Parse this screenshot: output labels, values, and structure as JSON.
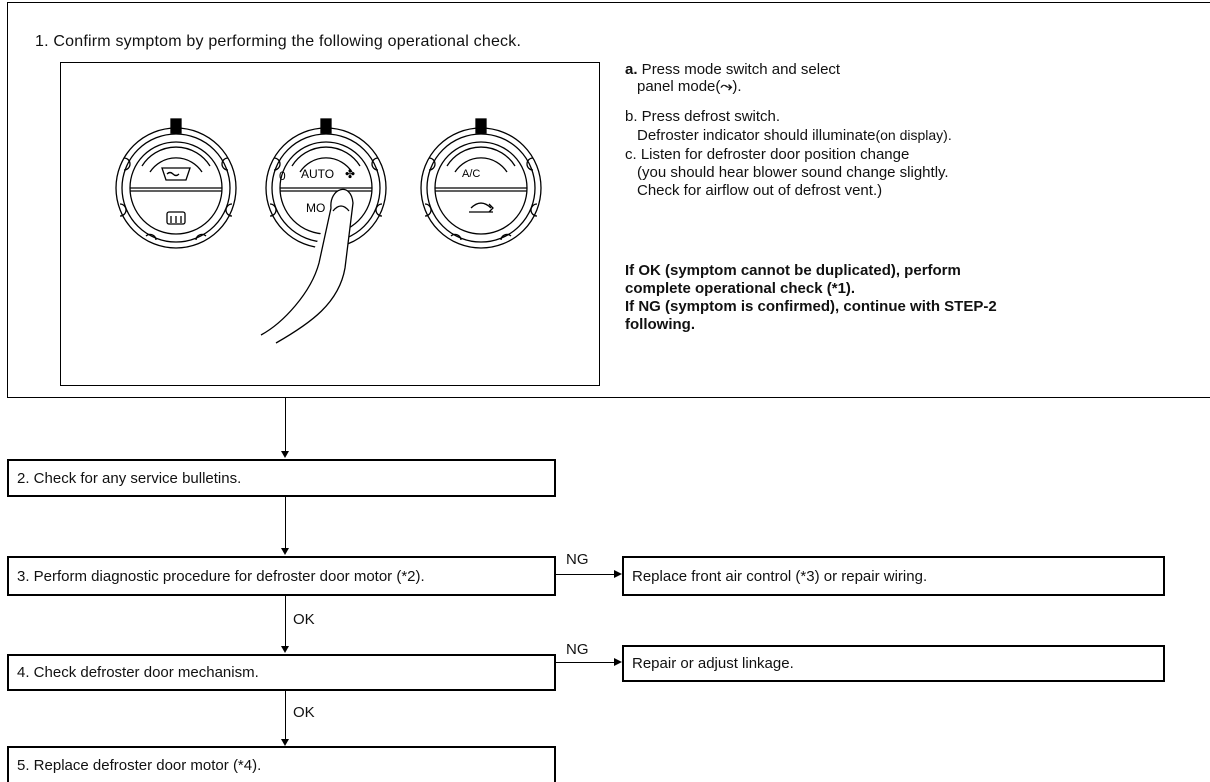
{
  "step1": {
    "heading": "1. Confirm symptom by performing the following operational check.",
    "instructions": [
      {
        "key": "a",
        "prefix": "a.",
        "line1": " Press mode switch and select",
        "line2": "panel mode(",
        "line2_end": ")."
      },
      {
        "key": "b",
        "line1": "b. Press defrost switch.",
        "line2": "Defroster indicator should illuminate",
        "line2_end": "(on display)."
      },
      {
        "key": "c",
        "line1": "c. Listen for defroster door position change",
        "line2": "(you should hear blower sound change slightly.",
        "line3": "Check for airflow out of defrost vent.)"
      }
    ],
    "result_lines": [
      "If OK (symptom cannot be duplicated), perform",
      "complete operational check (*1).",
      "If NG (symptom is confirmed), continue with STEP-2",
      "following."
    ],
    "figure": {
      "knob1": {
        "icons": [
          "front-defrost-icon",
          "rear-defrost-icon"
        ]
      },
      "knob2": {
        "top": "AUTO",
        "zero": "0",
        "bottom": "MO"
      },
      "knob3": {
        "top": "A/C",
        "icons": [
          "recirculation-icon"
        ]
      }
    }
  },
  "steps": {
    "s2": "2. Check for any service bulletins.",
    "s3": "3. Perform diagnostic procedure for defroster door motor (*2).",
    "s3_ng": "Replace front air control (*3) or repair wiring.",
    "s4": "4. Check defroster door mechanism.",
    "s4_ng": "Repair or adjust linkage.",
    "s5": "5. Replace defroster door motor (*4)."
  },
  "labels": {
    "ng1": "NG",
    "ok1": "OK",
    "ng2": "NG",
    "ok2": "OK"
  }
}
